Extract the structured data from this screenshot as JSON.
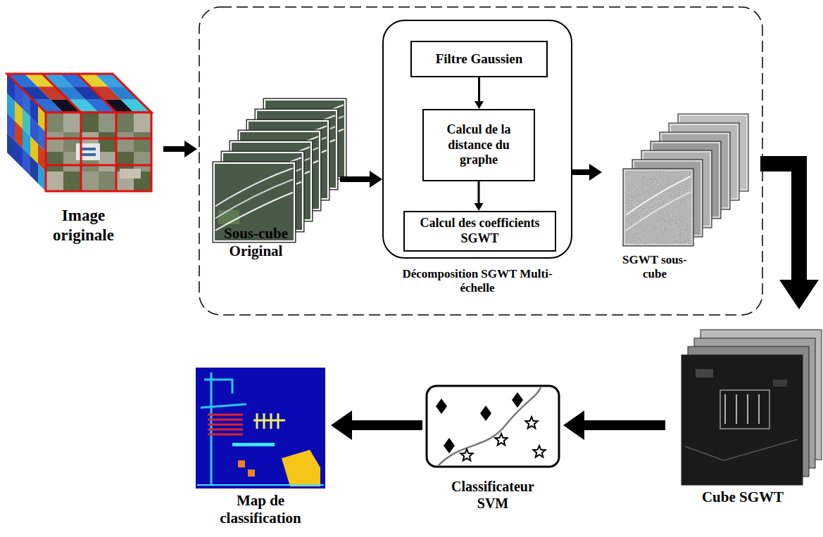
{
  "diagram": {
    "nodes": [
      {
        "text": [
          "Image originale"
        ]
      },
      {
        "text": [
          "Sous-cube Original"
        ]
      },
      {
        "text": [
          "Décomposition SGWT Multi-échelle"
        ]
      },
      {
        "text": [
          "Filtre Gaussien"
        ],
        "in": 2
      },
      {
        "text": [
          "Calcul de la distance du graphe"
        ],
        "in": 2
      },
      {
        "text": [
          "Calcul des coefficients SGWT"
        ],
        "in": 2
      },
      {
        "text": [
          "SGWT sous-cube"
        ]
      },
      {
        "text": [
          "Cube SGWT"
        ]
      },
      {
        "text": [
          "Classificateur SVM"
        ]
      },
      {
        "text": [
          "Map de classification"
        ]
      }
    ],
    "edges": [
      {
        "from": 0,
        "to": 1,
        "arrow": "to"
      },
      {
        "from": 1,
        "to": 2,
        "arrow": "to"
      },
      {
        "from": 3,
        "to": 4,
        "arrow": "to"
      },
      {
        "from": 4,
        "to": 5,
        "arrow": "to"
      },
      {
        "from": 2,
        "to": 6,
        "arrow": "to"
      },
      {
        "from": 6,
        "to": 7,
        "arrow": "to"
      },
      {
        "from": 7,
        "to": 8,
        "arrow": "to"
      },
      {
        "from": 8,
        "to": 9,
        "arrow": "to"
      }
    ]
  }
}
